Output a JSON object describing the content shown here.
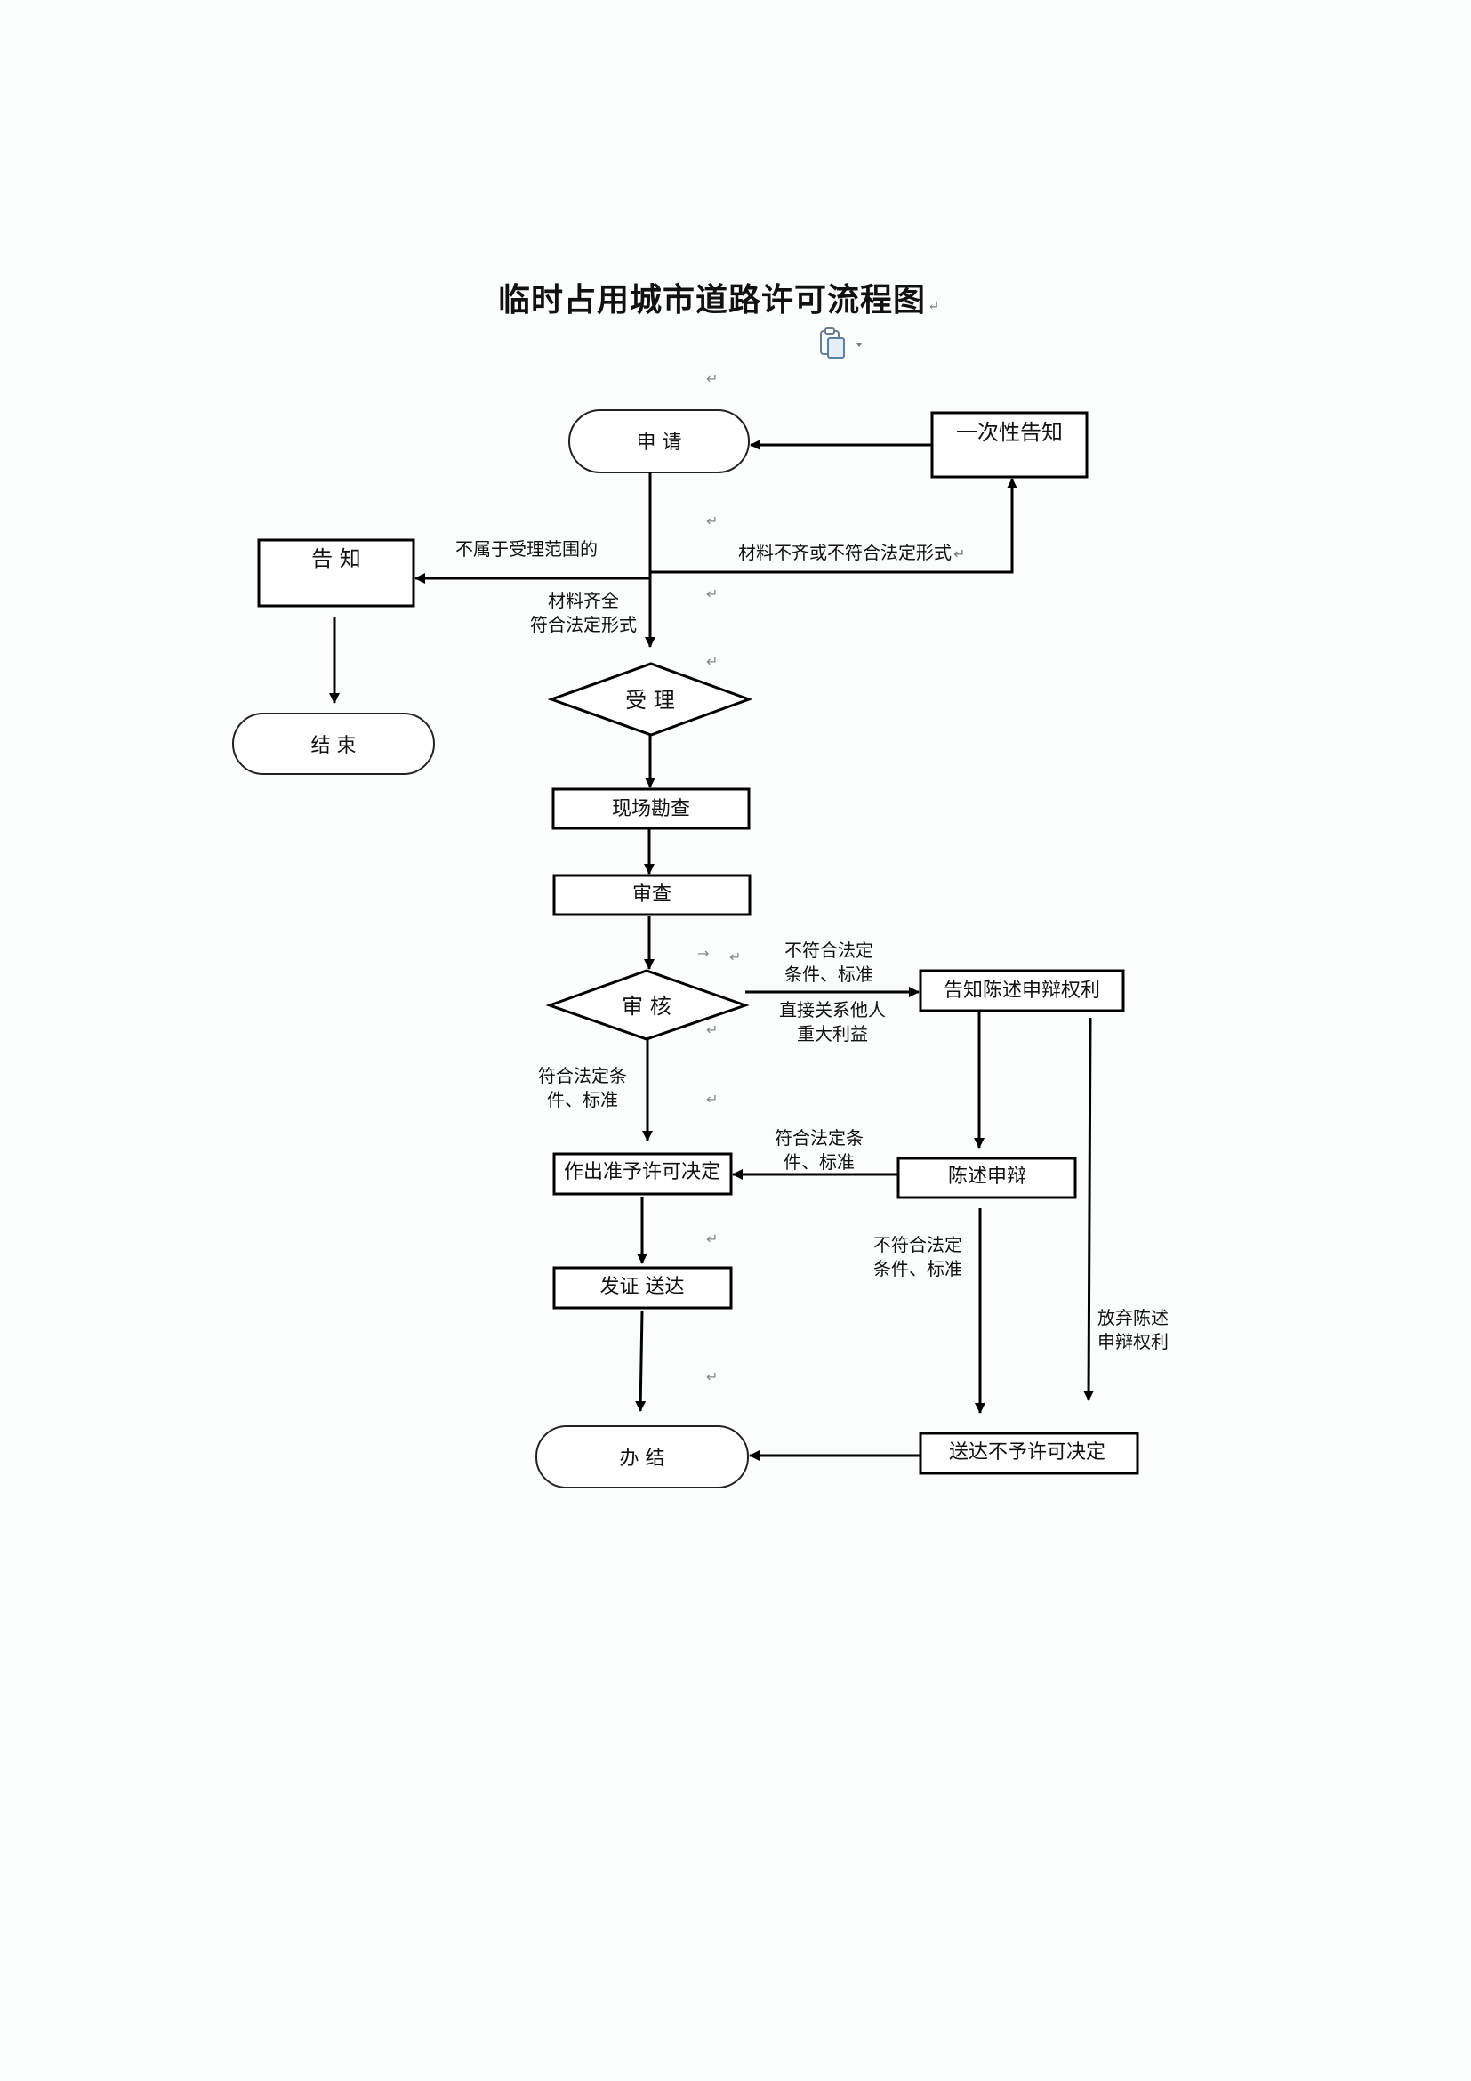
{
  "title": "临时占用城市道路许可流程图",
  "paragraph_mark": "↵",
  "nodes": {
    "apply": "申 请",
    "one_time_notice": "一次性告知",
    "notify": "告 知",
    "end": "结 束",
    "accept": "受 理",
    "site_survey": "现场勘查",
    "examine": "审查",
    "review": "审 核",
    "inform_right": "告知陈述申辩权利",
    "grant_decision": "作出准予许可决定",
    "statement_defense": "陈述申辩",
    "issue_deliver": "发证 送达",
    "deliver_refusal": "送达不予许可决定",
    "complete": "办 结"
  },
  "edge_labels": {
    "not_in_scope": "不属于受理范围的",
    "materials_incomplete": "材料不齐或不符合法定形式",
    "materials_complete_1": "材料齐全",
    "materials_complete_2": "符合法定形式",
    "not_meet_1": "不符合法定",
    "not_meet_2": "条件、标准",
    "major_interest_1": "直接关系他人",
    "major_interest_2": "重大利益",
    "meets_1": "符合法定条",
    "meets_2": "件、标准",
    "defense_meets_1": "符合法定条",
    "defense_meets_2": "件、标准",
    "defense_not_meet_1": "不符合法定",
    "defense_not_meet_2": "条件、标准",
    "waive_1": "放弃陈述",
    "waive_2": "申辩权利"
  }
}
